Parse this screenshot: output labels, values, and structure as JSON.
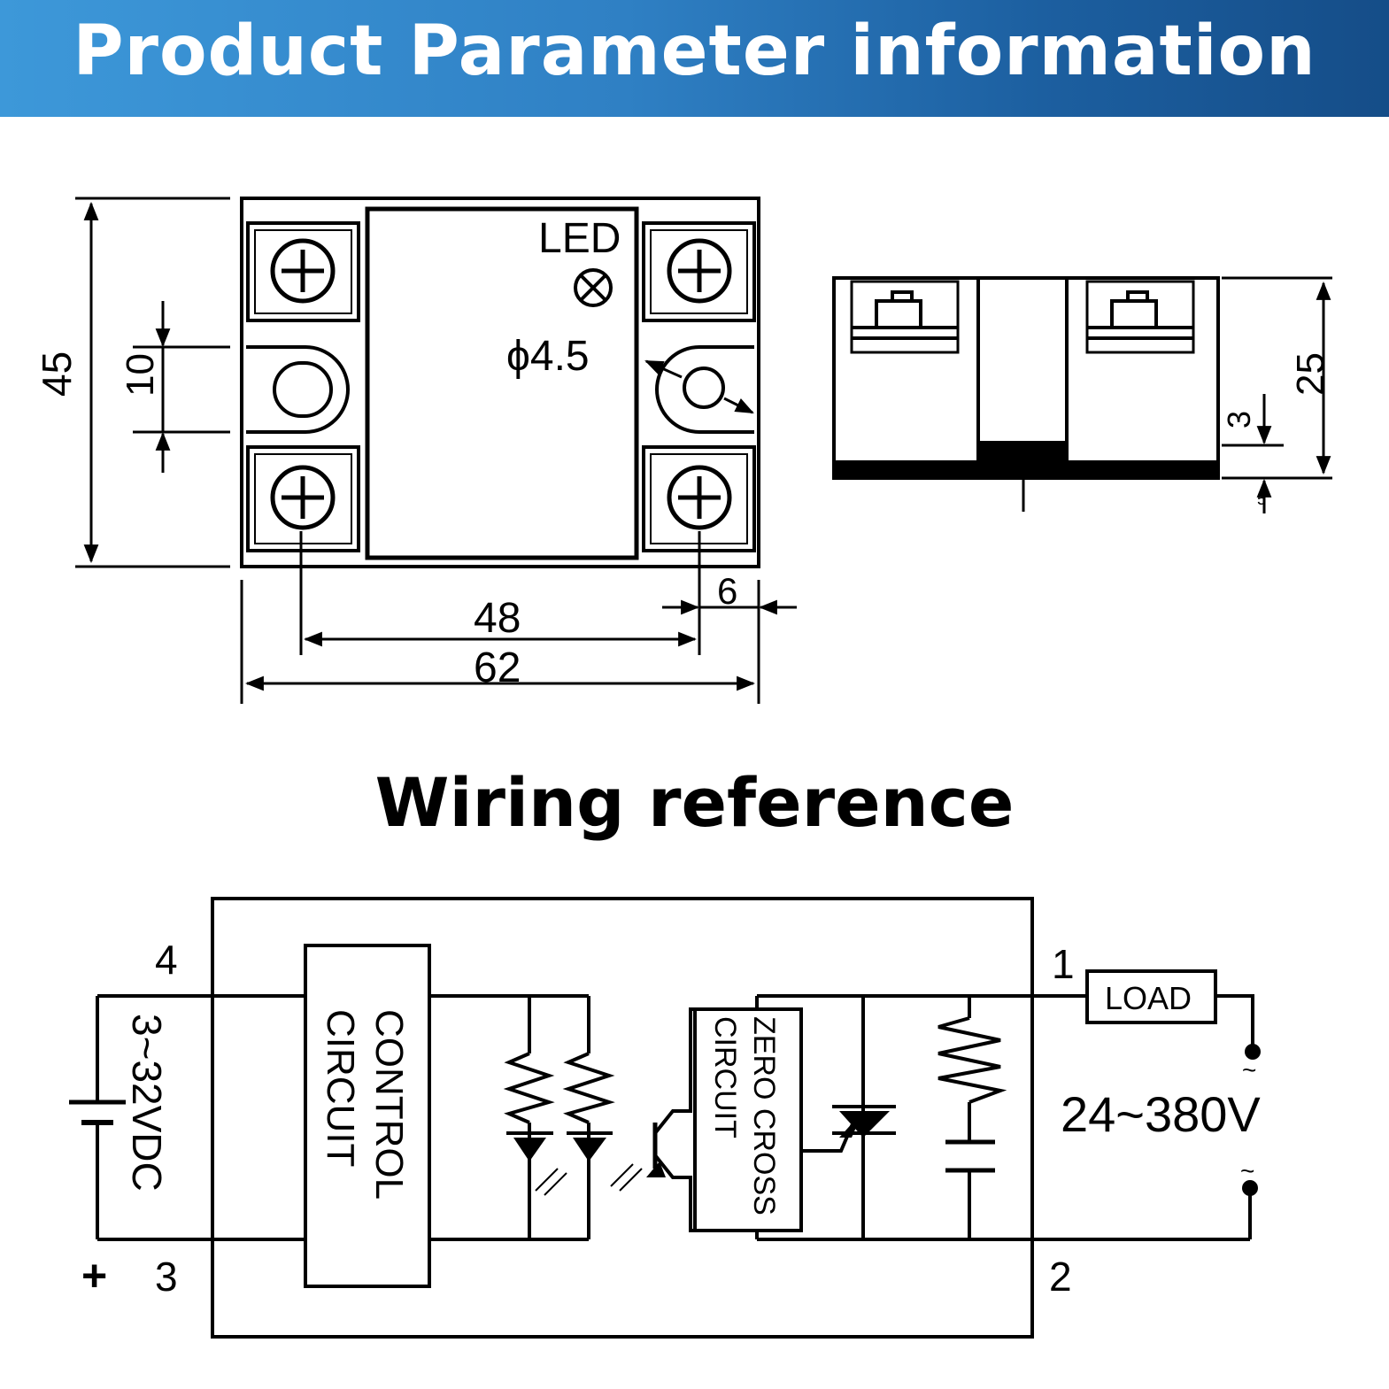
{
  "header": {
    "title": "Product Parameter information"
  },
  "dimensions": {
    "height_45": "45",
    "pitch_10": "10",
    "led": "LED",
    "hole_dia": "ϕ4.5",
    "width_48": "48",
    "width_62": "62",
    "edge_6": "6",
    "depth_25": "25",
    "base_3": "3",
    "base_small": "5"
  },
  "wiring": {
    "title": "Wiring reference",
    "terminal_4": "4",
    "terminal_3": "3",
    "terminal_1": "1",
    "terminal_2": "2",
    "plus_sign": "+",
    "input_voltage": "3~32VDC",
    "control_block_line1": "CONTROL",
    "control_block_line2": "CIRCUIT",
    "zero_cross_line1": "ZERO CROSS",
    "zero_cross_line2": "CIRCUIT",
    "load_label": "LOAD",
    "output_voltage": "24~380V",
    "ac_symbol": "~"
  },
  "colors": {
    "header_start": "#3d98d9",
    "header_end": "#154d88",
    "line": "#000000"
  }
}
